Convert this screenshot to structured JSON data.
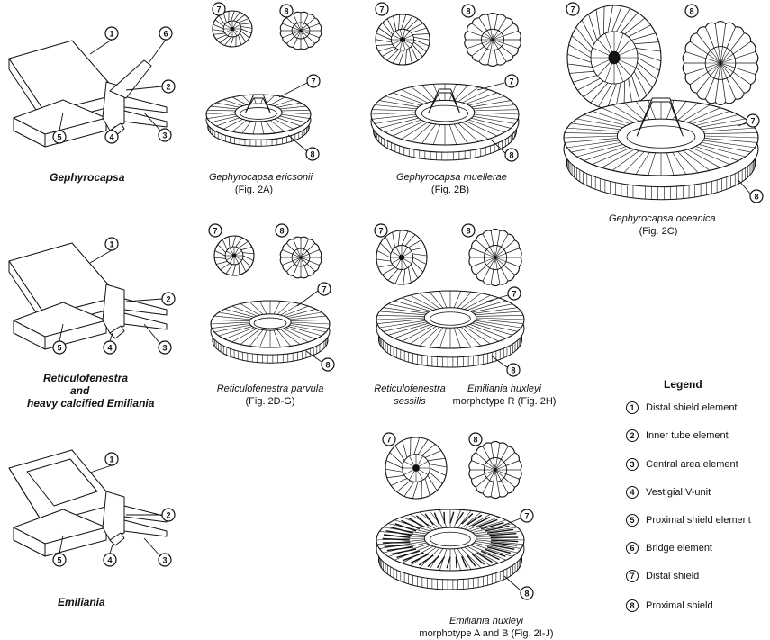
{
  "captions": {
    "gephyrocapsa": "Gephyrocapsa",
    "reticulofenestra_line1": "Reticulofenestra",
    "reticulofenestra_line2": "and",
    "reticulofenestra_line3": "heavy calcified Emiliania",
    "emiliania": "Emiliania",
    "g_ericsonii_name": "Gephyrocapsa ericsonii",
    "g_ericsonii_fig": "(Fig. 2A)",
    "g_muellerae_name": "Gephyrocapsa muellerae",
    "g_muellerae_fig": "(Fig. 2B)",
    "g_oceanica_name": "Gephyrocapsa oceanica",
    "g_oceanica_fig": "(Fig. 2C)",
    "r_parvula_name": "Reticulofenestra parvula",
    "r_parvula_fig": "(Fig. 2D-G)",
    "r_sessilis_line1": "Reticulofenestra",
    "r_sessilis_line2": "sessilis",
    "e_huxleyi_r_name": "Emiliania huxleyi",
    "e_huxleyi_r_fig": "morphotype R (Fig. 2H)",
    "e_huxleyi_ab_name": "Emiliania huxleyi",
    "e_huxleyi_ab_fig": "morphotype A and B (Fig. 2I-J)"
  },
  "legend": {
    "title": "Legend",
    "items": [
      {
        "num": "1",
        "label": "Distal shield element"
      },
      {
        "num": "2",
        "label": "Inner tube element"
      },
      {
        "num": "3",
        "label": "Central area element"
      },
      {
        "num": "4",
        "label": "Vestigial V-unit"
      },
      {
        "num": "5",
        "label": "Proximal shield element"
      },
      {
        "num": "6",
        "label": "Bridge element"
      },
      {
        "num": "7",
        "label": "Distal shield"
      },
      {
        "num": "8",
        "label": "Proximal shield"
      }
    ]
  }
}
